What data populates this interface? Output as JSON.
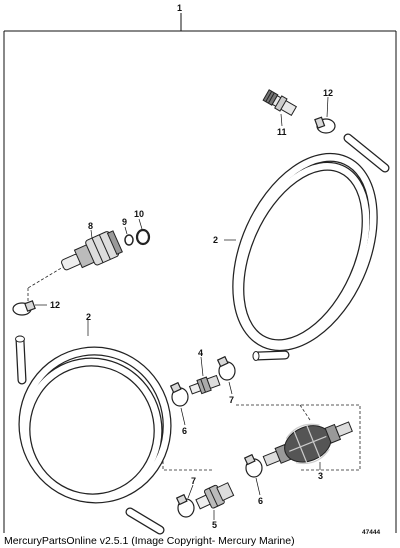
{
  "diagram": {
    "assembly_callout": "1",
    "figure_number": "47444",
    "callouts": [
      {
        "id": "hose-upper",
        "label": "2"
      },
      {
        "id": "hose-lower",
        "label": "2"
      },
      {
        "id": "primer-bulb",
        "label": "3"
      },
      {
        "id": "fitting-upper",
        "label": "4"
      },
      {
        "id": "fitting-lower",
        "label": "5"
      },
      {
        "id": "clamp-upper-left",
        "label": "6"
      },
      {
        "id": "clamp-lower-right",
        "label": "6"
      },
      {
        "id": "clamp-upper-right",
        "label": "7"
      },
      {
        "id": "clamp-lower-left",
        "label": "7"
      },
      {
        "id": "connector",
        "label": "8"
      },
      {
        "id": "o-ring-small",
        "label": "9"
      },
      {
        "id": "o-ring-large",
        "label": "10"
      },
      {
        "id": "hose-barb-fitting",
        "label": "11"
      },
      {
        "id": "clamp-top",
        "label": "12"
      },
      {
        "id": "clamp-left",
        "label": "12"
      }
    ]
  },
  "footer": {
    "caption": "MercuryPartsOnline v2.5.1 (Image Copyright- Mercury Marine)"
  }
}
